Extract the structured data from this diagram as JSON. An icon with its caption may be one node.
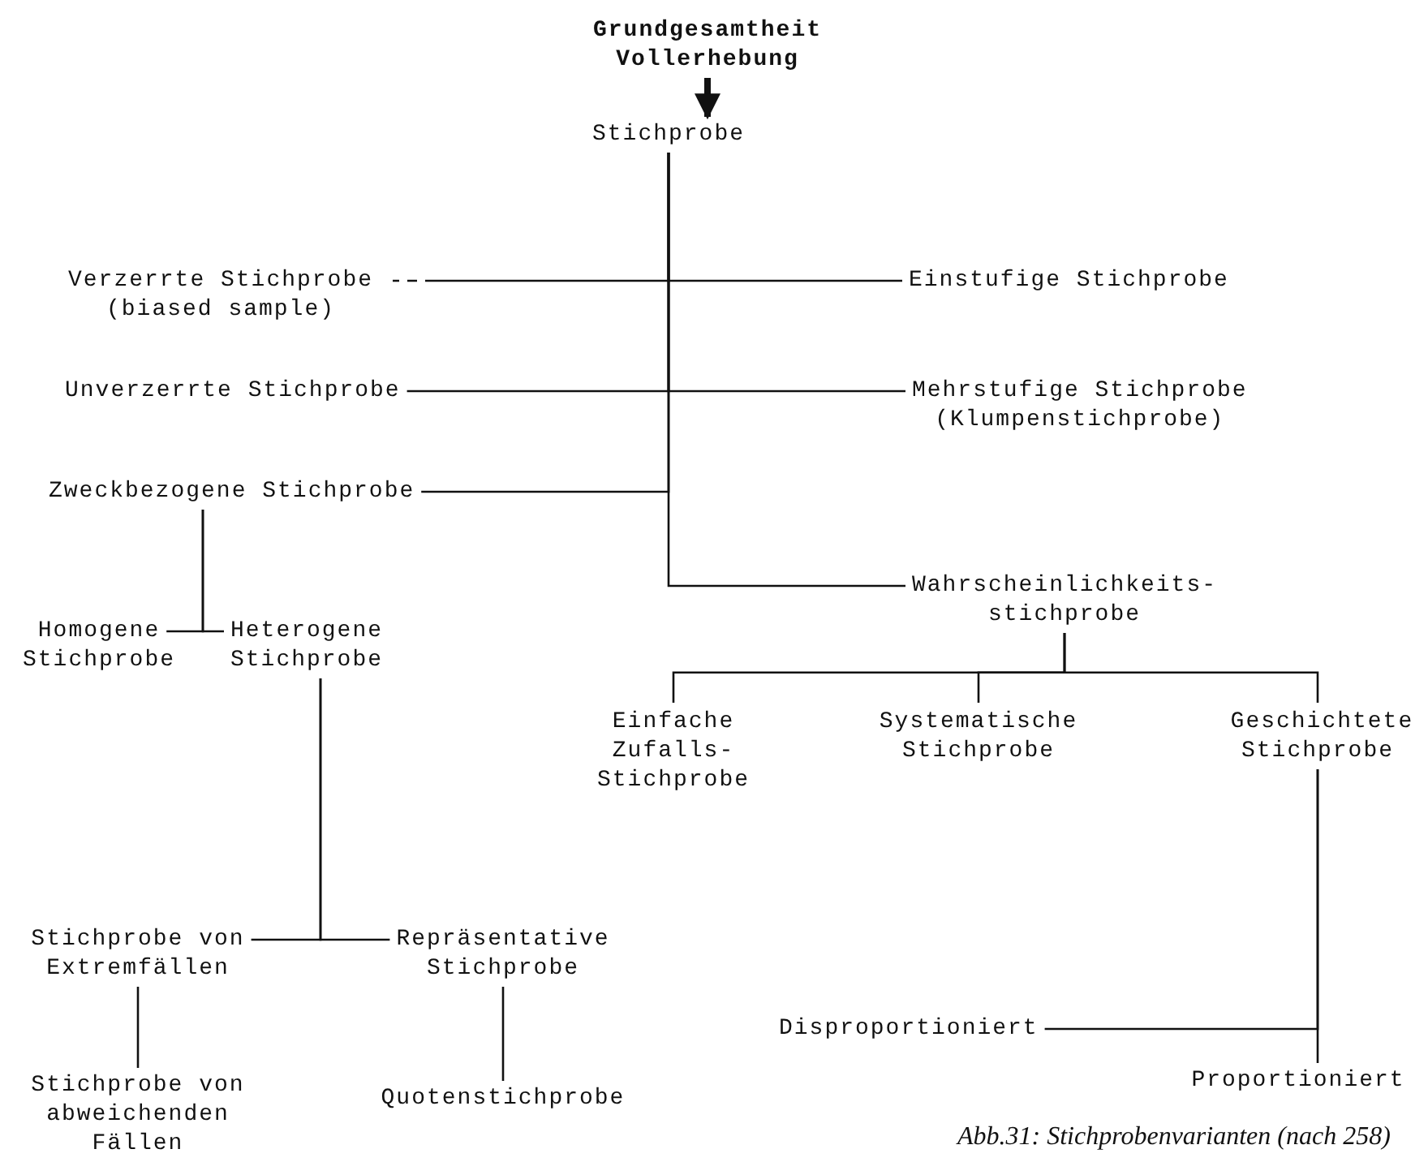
{
  "diagram": {
    "caption": "Abb.31: Stichprobenvarianten (nach 258)",
    "nodes": [
      {
        "text": [
          "Grundgesamtheit Vollerhebung"
        ]
      },
      {
        "text": [
          "Stichprobe"
        ]
      },
      {
        "text": [
          "Verzerrte Stichprobe (biased sample)"
        ]
      },
      {
        "text": [
          "Einstufige Stichprobe"
        ]
      },
      {
        "text": [
          "Unverzerrte Stichprobe"
        ]
      },
      {
        "text": [
          "Mehrstufige Stichprobe (Klumpenstichprobe)"
        ]
      },
      {
        "text": [
          "Zweckbezogene Stichprobe"
        ]
      },
      {
        "text": [
          "Wahrscheinlichkeits- stichprobe"
        ]
      },
      {
        "text": [
          "Homogene Stichprobe"
        ]
      },
      {
        "text": [
          "Heterogene Stichprobe"
        ]
      },
      {
        "text": [
          "Einfache Zufalls- Stichprobe"
        ]
      },
      {
        "text": [
          "Systematische Stichprobe"
        ]
      },
      {
        "text": [
          "Geschichtete Stichprobe"
        ]
      },
      {
        "text": [
          "Stichprobe von Extremfällen"
        ]
      },
      {
        "text": [
          "Repräsentative Stichprobe"
        ]
      },
      {
        "text": [
          "Disproportioniert"
        ]
      },
      {
        "text": [
          "Stichprobe von abweichenden Fällen"
        ]
      },
      {
        "text": [
          "Quotenstichprobe"
        ]
      },
      {
        "text": [
          "Proportioniert"
        ]
      }
    ],
    "edges": [
      {
        "from": 0,
        "to": 1,
        "arrow": "to",
        "style": "thick"
      },
      {
        "from": 1,
        "to": 2,
        "arrow": "none",
        "style": "dashed"
      },
      {
        "from": 1,
        "to": 3,
        "arrow": "none"
      },
      {
        "from": 1,
        "to": 4,
        "arrow": "none"
      },
      {
        "from": 1,
        "to": 5,
        "arrow": "none"
      },
      {
        "from": 1,
        "to": 6,
        "arrow": "none"
      },
      {
        "from": 1,
        "to": 7,
        "arrow": "none"
      },
      {
        "from": 6,
        "to": 8,
        "arrow": "none"
      },
      {
        "from": 6,
        "to": 9,
        "arrow": "none"
      },
      {
        "from": 9,
        "to": 13,
        "arrow": "none"
      },
      {
        "from": 9,
        "to": 14,
        "arrow": "none"
      },
      {
        "from": 13,
        "to": 16,
        "arrow": "none"
      },
      {
        "from": 14,
        "to": 17,
        "arrow": "none"
      },
      {
        "from": 7,
        "to": 10,
        "arrow": "none"
      },
      {
        "from": 7,
        "to": 11,
        "arrow": "none"
      },
      {
        "from": 7,
        "to": 12,
        "arrow": "none"
      },
      {
        "from": 12,
        "to": 15,
        "arrow": "none"
      },
      {
        "from": 12,
        "to": 18,
        "arrow": "none"
      }
    ]
  }
}
